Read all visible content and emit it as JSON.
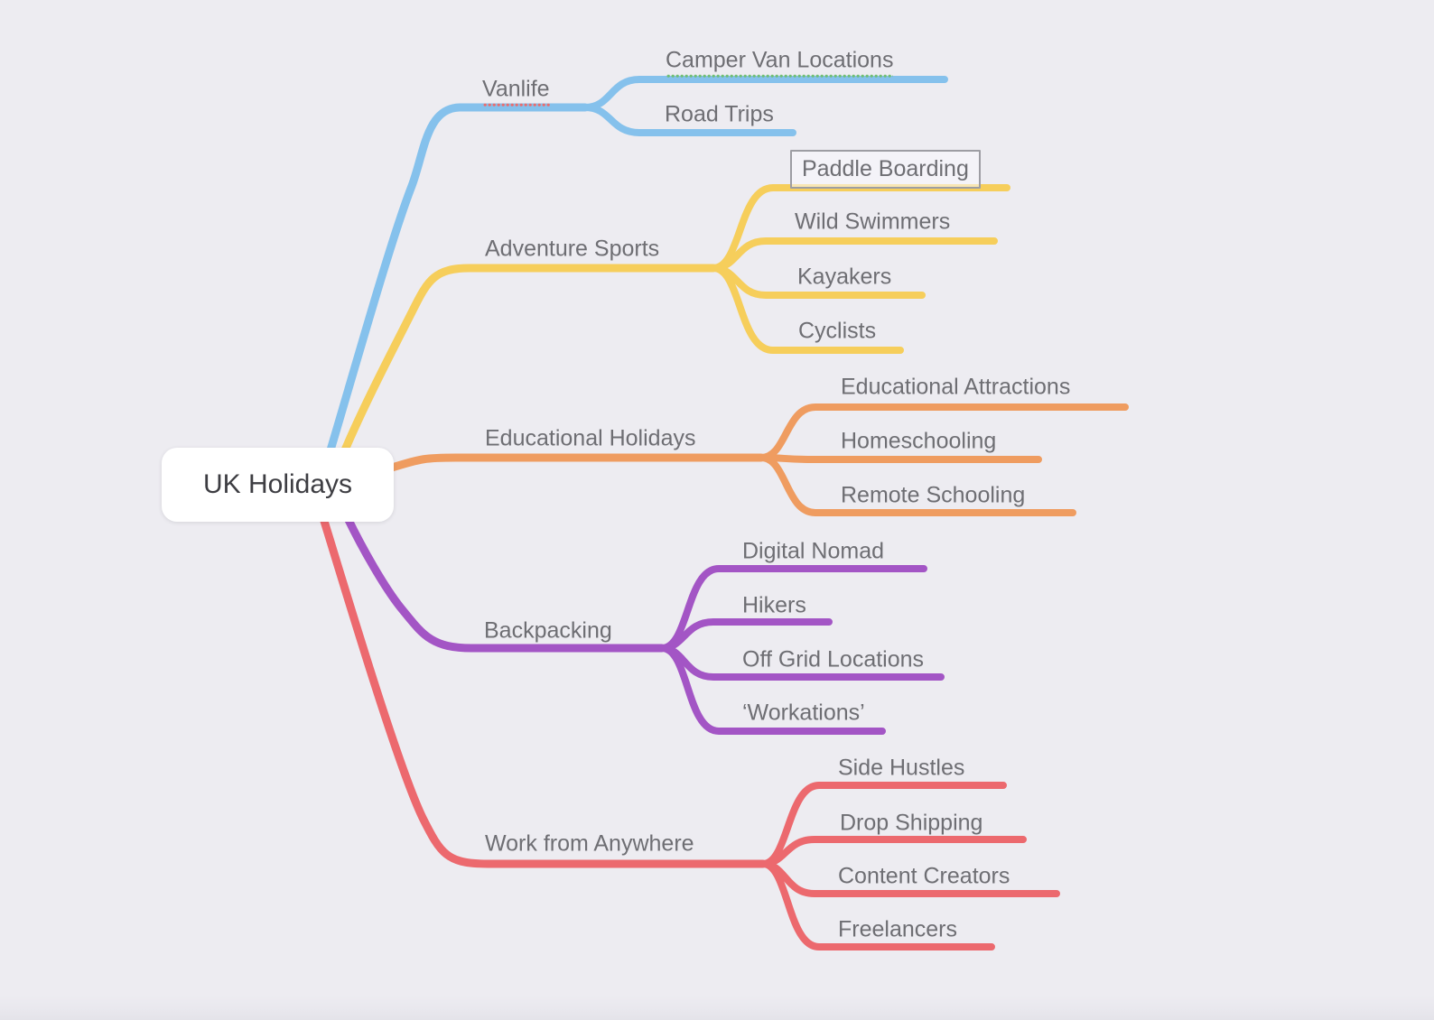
{
  "app": {
    "background_color": "#EDECF1",
    "text_color": "#6E6E73",
    "root_text_color": "#3D3D42",
    "selection_border_color": "#9D9DA3",
    "spellcheck_underline_color": "#EC6B6B",
    "grammar_underline_color": "#6FBE73"
  },
  "root": {
    "label": "UK Holidays"
  },
  "branches": [
    {
      "label": "Vanlife",
      "color": "#85C1EC",
      "label_underline": "red-dotted-spellcheck",
      "children": [
        {
          "label": "Camper Van Locations",
          "label_underline": "green-dotted-grammar"
        },
        {
          "label": "Road Trips"
        }
      ]
    },
    {
      "label": "Adventure Sports",
      "color": "#F6CE5B",
      "children": [
        {
          "label": "Paddle Boarding",
          "selected": true
        },
        {
          "label": "Wild Swimmers"
        },
        {
          "label": "Kayakers"
        },
        {
          "label": "Cyclists"
        }
      ]
    },
    {
      "label": "Educational Holidays",
      "color": "#EF9C60",
      "children": [
        {
          "label": "Educational Attractions"
        },
        {
          "label": "Homeschooling"
        },
        {
          "label": "Remote Schooling"
        }
      ]
    },
    {
      "label": "Backpacking",
      "color": "#A355C5",
      "children": [
        {
          "label": "Digital Nomad"
        },
        {
          "label": "Hikers"
        },
        {
          "label": "Off Grid Locations"
        },
        {
          "label": "‘Workations’"
        }
      ]
    },
    {
      "label": "Work from Anywhere",
      "color": "#EC696E",
      "children": [
        {
          "label": "Side Hustles"
        },
        {
          "label": "Drop Shipping"
        },
        {
          "label": "Content Creators"
        },
        {
          "label": "Freelancers"
        }
      ]
    }
  ]
}
